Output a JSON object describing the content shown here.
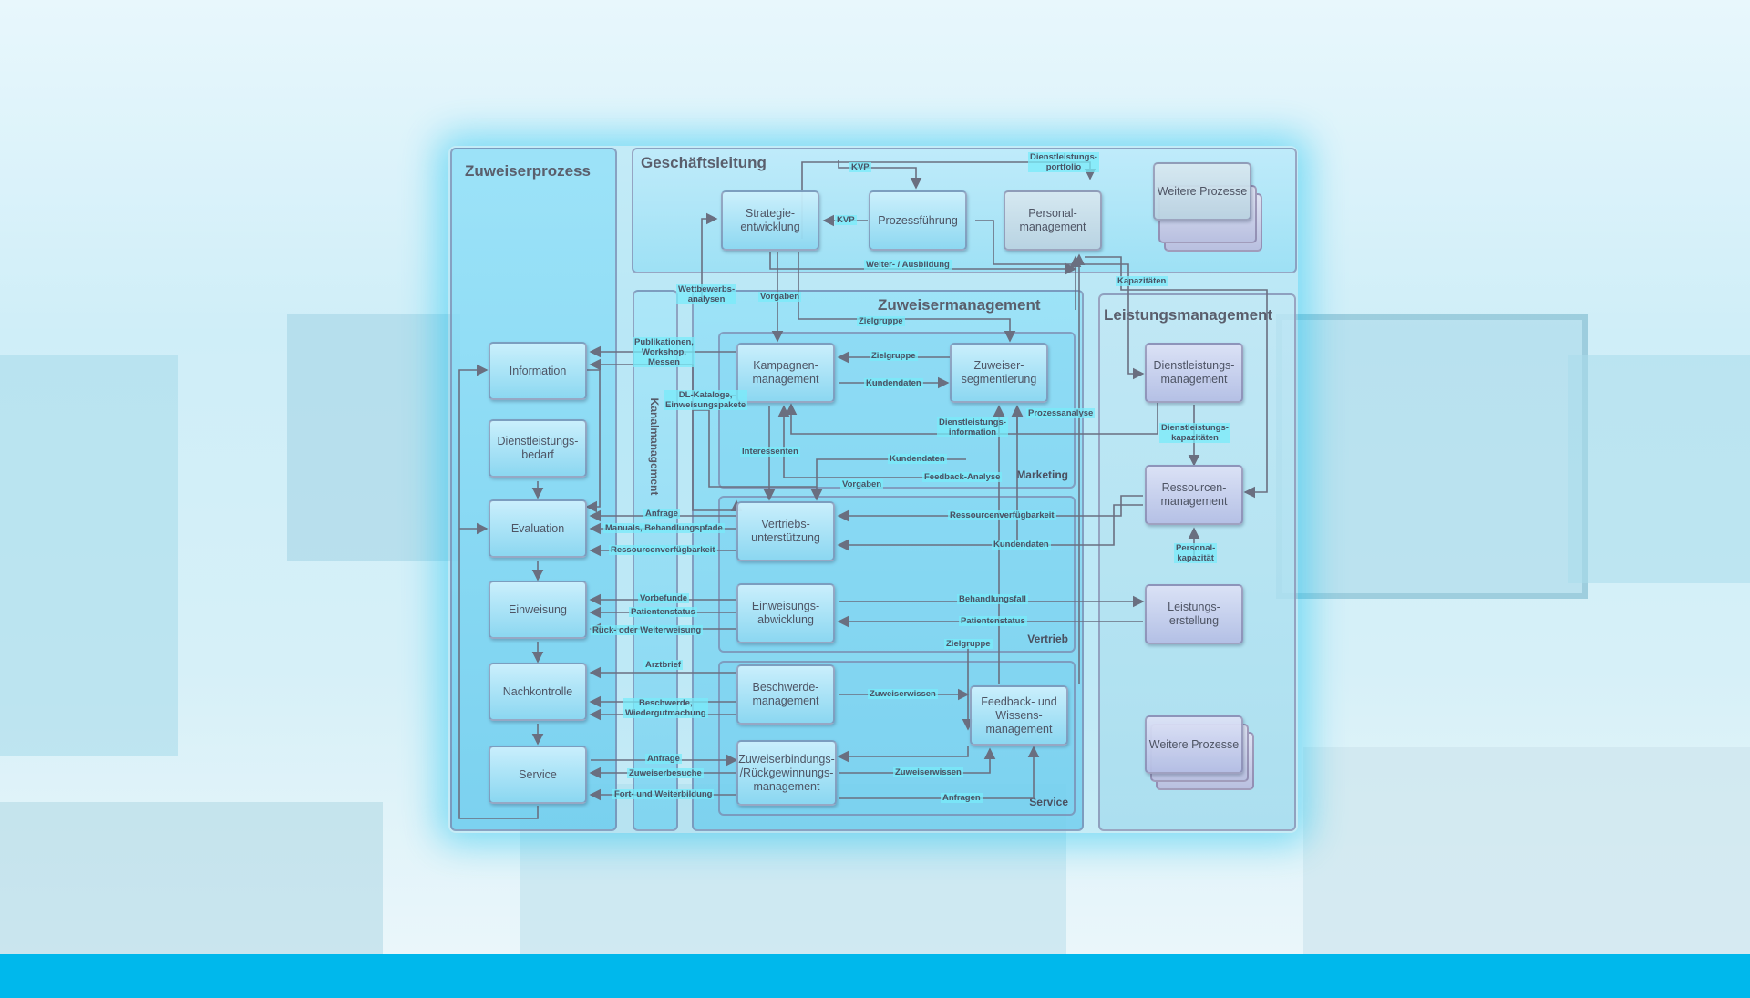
{
  "lanes": {
    "zuweiserprozess": "Zuweiserprozess",
    "geschaeftsleitung": "Geschäftsleitung",
    "zuweisermanagement": "Zuweisermanagement",
    "leistungsmanagement": "Leistungsmanagement",
    "kanalmanagement": "Kanalmanagement"
  },
  "sections": {
    "marketing": "Marketing",
    "vertrieb": "Vertrieb",
    "service": "Service"
  },
  "nodes": {
    "information": "Information",
    "dienstleistungsbedarf": "Dienstleistungs-\nbedarf",
    "evaluation": "Evaluation",
    "einweisung": "Einweisung",
    "nachkontrolle": "Nachkontrolle",
    "service": "Service",
    "strategieentwicklung": "Strategie-\nentwicklung",
    "prozessfuehrung": "Prozessführung",
    "personalmanagement": "Personal-\nmanagement",
    "weitere_prozesse_1": "Weitere Prozesse",
    "kampagnenmanagement": "Kampagnen-\nmanagement",
    "zuweisersegmentierung": "Zuweiser-\nsegmentierung",
    "vertriebsunterstuetzung": "Vertriebs-\nunterstützung",
    "einweisungsabwicklung": "Einweisungs-\nabwicklung",
    "beschwerdemanagement": "Beschwerde-\nmanagement",
    "feedback_wissensmanagement": "Feedback- und\nWissens-\nmanagement",
    "zuweiserbindung": "Zuweiserbindungs-\n/Rückgewinnungs-\nmanagement",
    "dienstleistungsmanagement": "Dienstleistungs-\nmanagement",
    "ressourcenmanagement": "Ressourcen-\nmanagement",
    "leistungserstellung": "Leistungs-\nerstellung",
    "weitere_prozesse_2": "Weitere Prozesse"
  },
  "labels": {
    "kvp_top": "KVP",
    "kvp_mid": "KVP",
    "dienstleistungsportfolio": "Dienstleistungs-\nportfolio",
    "weiter_ausbildung": "Weiter- / Ausbildung",
    "kapazitaeten": "Kapazitäten",
    "wettbewerbsanalysen": "Wettbewerbs-\nanalysen",
    "vorgaben_top": "Vorgaben",
    "zielgruppe_top": "Zielgruppe",
    "publikationen": "Publikationen,\nWorkshop,\nMessen",
    "zielgruppe_mid": "Zielgruppe",
    "kundendaten_1": "Kundendaten",
    "dl_kataloge": "DL-Kataloge,\nEinweisungspakete",
    "dl_information": "Dienstleistungs-\ninformation",
    "prozessanalyse": "Prozessanalyse",
    "dl_kapazitaeten": "Dienstleistungs-\nkapazitäten",
    "interessenten": "Interessenten",
    "kundendaten_2": "Kundendaten",
    "feedback_analyse": "Feedback-Analyse",
    "vorgaben_mid": "Vorgaben",
    "anfrage_1": "Anfrage",
    "manuals": "Manuals, Behandlungspfade",
    "ressourcenverfuegbarkeit_1": "Ressourcenverfügbarkeit",
    "ressourcenverfuegbarkeit_2": "Ressourcenverfügbarkeit",
    "kundendaten_3": "Kundendaten",
    "personalkapazitaet": "Personal-\nkapazität",
    "vorbefunde": "Vorbefunde",
    "patientenstatus_1": "Patientenstatus",
    "rueck_weiterweisung": "Rück- oder Weiterweisung",
    "behandlungsfall": "Behandlungsfall",
    "patientenstatus_2": "Patientenstatus",
    "zielgruppe_low": "Zielgruppe",
    "arztbrief": "Arztbrief",
    "beschwerde": "Beschwerde,\nWiedergutmachung",
    "zuweiserwissen_1": "Zuweiserwissen",
    "anfrage_2": "Anfrage",
    "zuweiserbesuche": "Zuweiserbesuche",
    "fortbildung": "Fort- und Weiterbildung",
    "zuweiserwissen_2": "Zuweiserwissen",
    "anfragen": "Anfragen"
  },
  "colors": {
    "accent_bar": "#00b8ec",
    "lane_fill": "#8fdcf3",
    "node_fill": "#a9e2f5",
    "arrow": "#6a6f80"
  }
}
